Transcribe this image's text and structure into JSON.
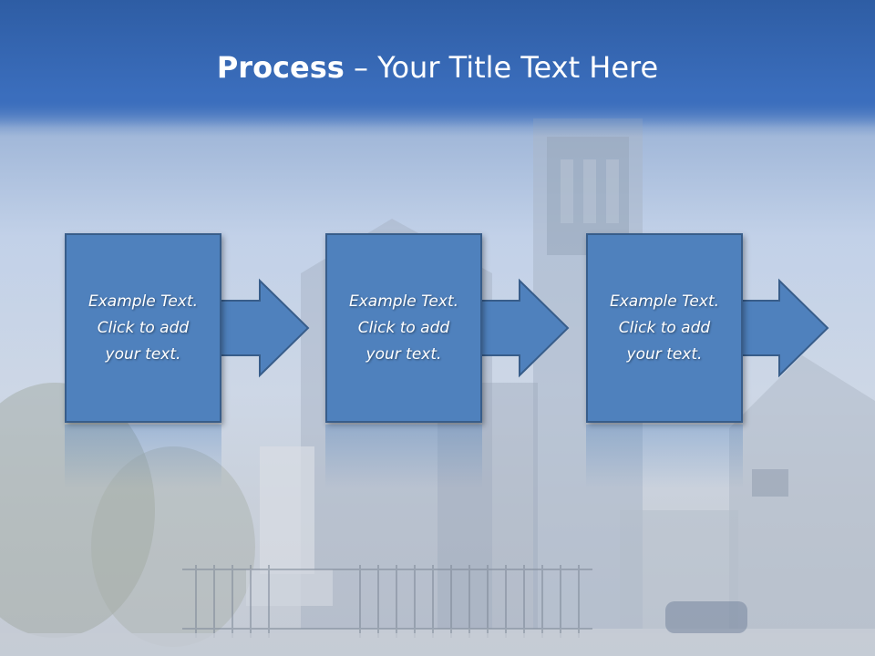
{
  "slide": {
    "title_bold": "Process",
    "title_rest": " – Your Title Text Here"
  },
  "steps": [
    {
      "text": "Example Text.\nClick  to add\nyour text."
    },
    {
      "text": "Example Text.\nClick  to add\nyour text."
    },
    {
      "text": "Example Text.\nClick  to add\nyour text."
    }
  ],
  "colors": {
    "box_fill": "#4f81bd",
    "box_border": "#385d8a",
    "title_band": "#3b6ebd"
  }
}
